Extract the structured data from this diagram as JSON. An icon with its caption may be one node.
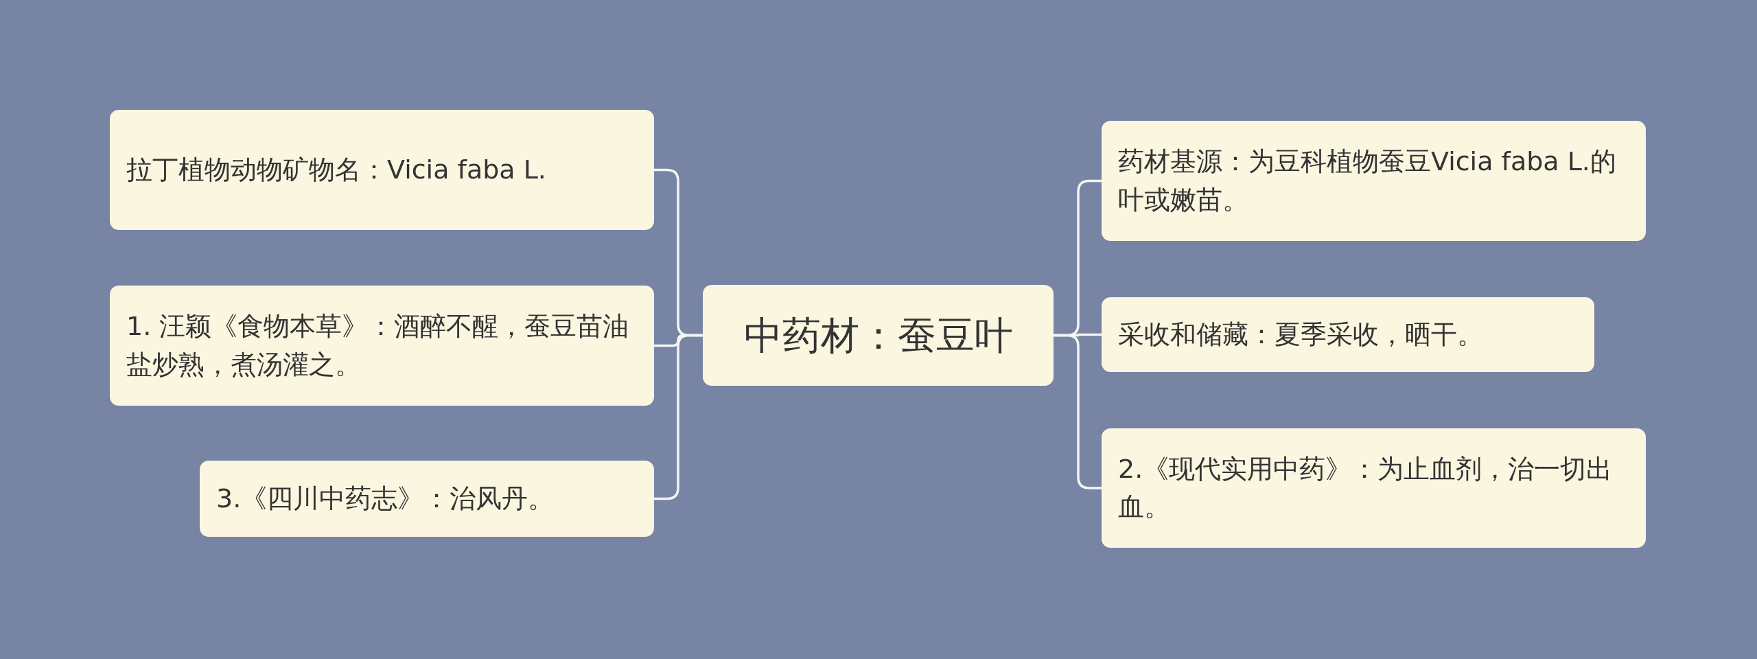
{
  "diagram": {
    "nodes": [
      {
        "text": [
          "中药材：蚕豆叶"
        ]
      },
      {
        "text": [
          "拉丁植物动物矿物名：Vicia faba L."
        ]
      },
      {
        "text": [
          "1. 汪颖《食物本草》：酒醉不醒，蚕豆苗油盐炒熟，煮汤灌之。"
        ]
      },
      {
        "text": [
          "3.《四川中药志》：治风丹。"
        ]
      },
      {
        "text": [
          "药材基源：为豆科植物蚕豆Vicia faba L.的叶或嫩苗。"
        ]
      },
      {
        "text": [
          "采收和储藏：夏季采收，晒干。"
        ]
      },
      {
        "text": [
          "2.《现代实用中药》：为止血剂，治一切出血。"
        ]
      }
    ],
    "edges": [
      {
        "from": 0,
        "to": 1,
        "arrow": "none"
      },
      {
        "from": 0,
        "to": 2,
        "arrow": "none"
      },
      {
        "from": 0,
        "to": 3,
        "arrow": "none"
      },
      {
        "from": 0,
        "to": 4,
        "arrow": "none"
      },
      {
        "from": 0,
        "to": 5,
        "arrow": "none"
      },
      {
        "from": 0,
        "to": 6,
        "arrow": "none"
      }
    ]
  }
}
